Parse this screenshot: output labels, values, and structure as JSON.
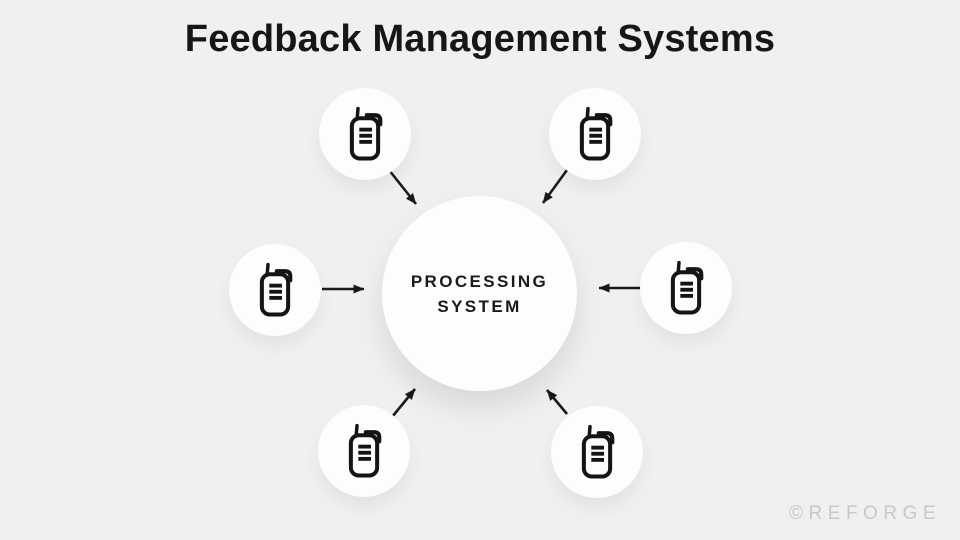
{
  "slide": {
    "title": "Feedback Management Systems",
    "watermark": "©REFORGE"
  },
  "diagram": {
    "hub": {
      "label_line1": "PROCESSING",
      "label_line2": "SYSTEM"
    },
    "nodes": [
      {
        "id": "top-left",
        "icon": "walkie-talkie-icon"
      },
      {
        "id": "top-right",
        "icon": "walkie-talkie-icon"
      },
      {
        "id": "middle-left",
        "icon": "walkie-talkie-icon"
      },
      {
        "id": "middle-right",
        "icon": "walkie-talkie-icon"
      },
      {
        "id": "bottom-left",
        "icon": "walkie-talkie-icon"
      },
      {
        "id": "bottom-right",
        "icon": "walkie-talkie-icon"
      }
    ],
    "arrow_direction": "inward"
  },
  "colors": {
    "background": "#f0f0ee",
    "circle_fill": "#fdfdfd",
    "ink": "#1a1a1a",
    "watermark": "#c8c8c6"
  }
}
